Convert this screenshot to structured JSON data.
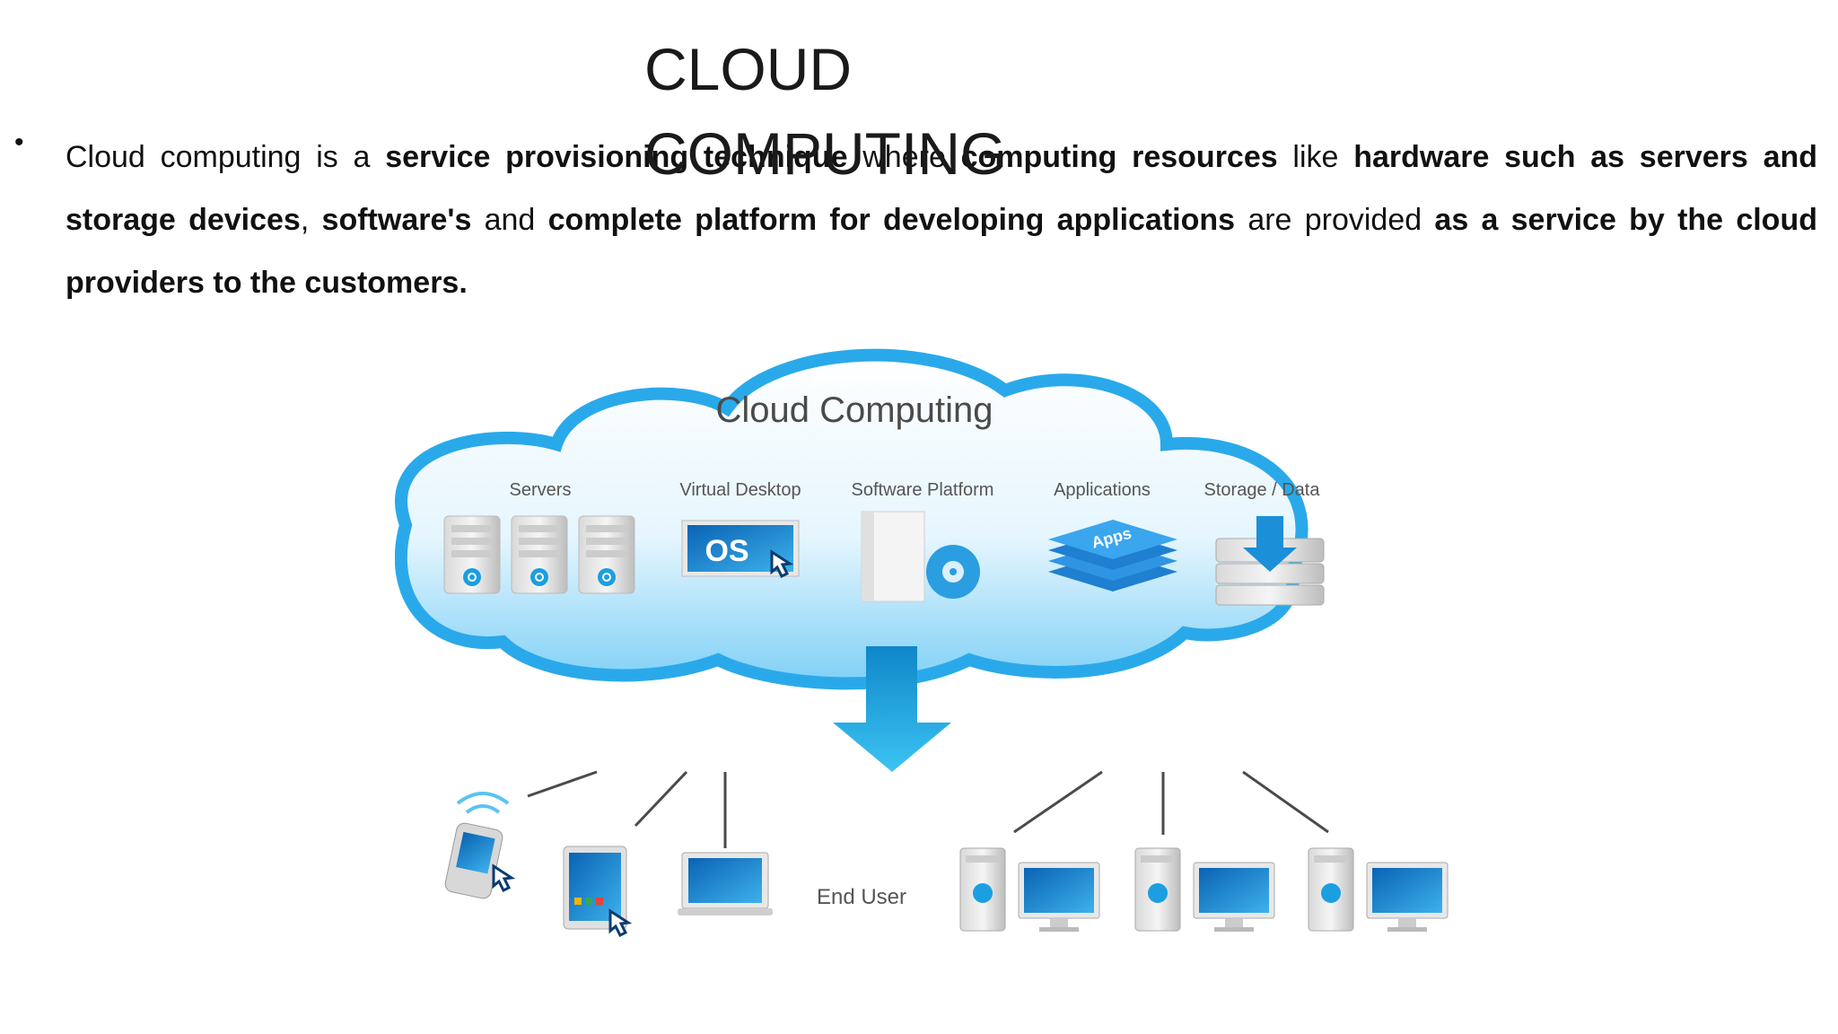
{
  "slide": {
    "title": "CLOUD COMPUTING",
    "bullet": {
      "segments": [
        {
          "text": "Cloud computing is a ",
          "bold": false
        },
        {
          "text": "service provisioning technique",
          "bold": true
        },
        {
          "text": " where ",
          "bold": false
        },
        {
          "text": "computing resources",
          "bold": true
        },
        {
          "text": " like ",
          "bold": false
        },
        {
          "text": "hardware such as servers and storage devices",
          "bold": true
        },
        {
          "text": ", ",
          "bold": false
        },
        {
          "text": "software's",
          "bold": true
        },
        {
          "text": " and ",
          "bold": false
        },
        {
          "text": "complete platform for developing applications",
          "bold": true
        },
        {
          "text": " are provided ",
          "bold": false
        },
        {
          "text": "as a service by the cloud providers to the customers.",
          "bold": true
        }
      ]
    }
  },
  "diagram": {
    "cloud_title": "Cloud Computing",
    "services": [
      {
        "label": "Servers",
        "icon": "server-rack-icon"
      },
      {
        "label": "Virtual Desktop",
        "icon": "os-desktop-icon",
        "icon_text": "OS"
      },
      {
        "label": "Software Platform",
        "icon": "software-box-icon"
      },
      {
        "label": "Applications",
        "icon": "apps-stack-icon",
        "icon_text": "Apps"
      },
      {
        "label": "Storage / Data",
        "icon": "database-icon"
      }
    ],
    "end_user_label": "End User",
    "devices": [
      {
        "name": "smartphone-icon"
      },
      {
        "name": "tablet-icon"
      },
      {
        "name": "laptop-icon"
      },
      {
        "name": "desktop-computer-icon"
      },
      {
        "name": "desktop-computer-icon"
      },
      {
        "name": "desktop-computer-icon"
      }
    ],
    "colors": {
      "cloud_blue": "#2aa9ea",
      "cloud_light": "#dff3fd",
      "arrow_blue": "#19a6e4"
    }
  }
}
